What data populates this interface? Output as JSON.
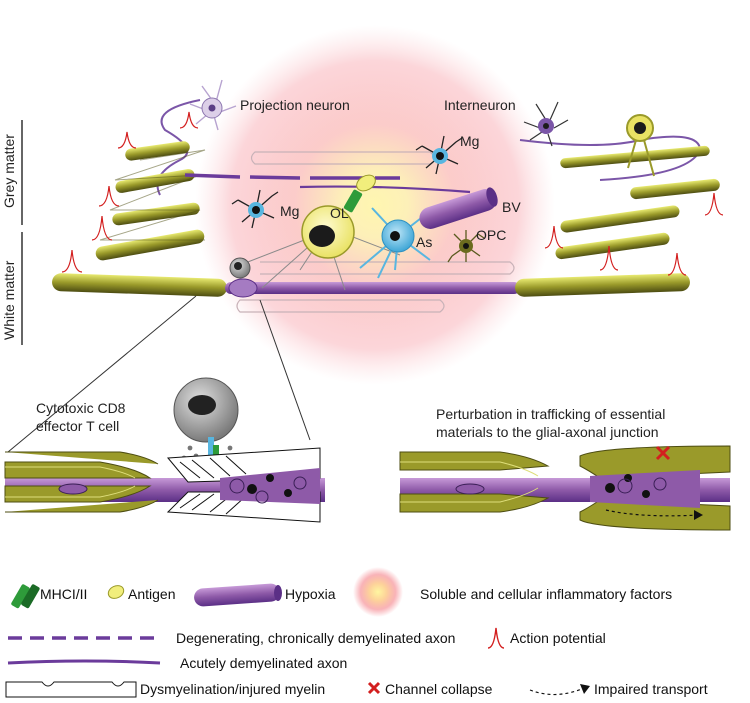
{
  "labels": {
    "projection_neuron": "Projection neuron",
    "interneuron": "Interneuron",
    "mg_top": "Mg",
    "mg_left": "Mg",
    "ol": "OL",
    "as": "As",
    "bv": "BV",
    "opc": "OPC",
    "grey_matter": "Grey matter",
    "white_matter": "White matter"
  },
  "panels": {
    "left_title_line1": "Cytotoxic CD8",
    "left_title_line2": "effector T cell",
    "right_title_line1": "Perturbation in trafficking of essential",
    "right_title_line2": "materials to the glial-axonal junction"
  },
  "legend": {
    "mhc": "MHCI/II",
    "antigen": "Antigen",
    "hypoxia": "Hypoxia",
    "inflammatory": "Soluble and cellular inflammatory factors",
    "degenerating": "Degenerating, chronically demyelinated axon",
    "action_potential": "Action potential",
    "acute": "Acutely demyelinated axon",
    "dysmyelination": "Dysmyelination/injured myelin",
    "channel_collapse": "Channel collapse",
    "impaired_transport": "Impaired transport"
  },
  "colors": {
    "myelin_olive": "#9a9a2a",
    "myelin_dark": "#4d4d12",
    "axon_purple": "#8e5aa8",
    "axon_dark": "#5b2f86",
    "inflammation_pink": "#f6a0a8",
    "inflammation_core": "#fff3a0",
    "channel_red": "#d31f1f",
    "astro_blue": "#58b6e0",
    "mhc_green": "#2e9b3a"
  }
}
